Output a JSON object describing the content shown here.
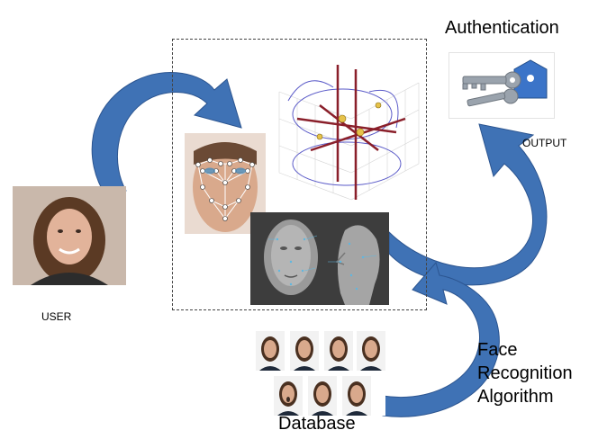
{
  "labels": {
    "authentication": "Authentication",
    "output": "OUTPUT",
    "user": "USER",
    "algorithm_line1": "Face",
    "algorithm_line2": "Recognition",
    "algorithm_line3": "Algorithm",
    "database": "Database"
  },
  "colors": {
    "arrow_fill": "#3f72b5",
    "arrow_stroke": "#2c5590",
    "dashed_border": "#444444",
    "key_blue": "#3b74c8",
    "key_gray": "#9aa3ad",
    "face_skin": "#d9a98c",
    "hair": "#5b3a24",
    "grid_line": "#8a1f2a",
    "contour": "#5a5ac8"
  },
  "icons": {
    "user_photo": "woman-portrait-photo",
    "landmark_face": "face-landmark-mesh-image",
    "graph3d": "3d-plot-image",
    "face3d": "3d-head-model-image",
    "keys": "keys-house-icon",
    "database_faces": "face-database-grid"
  }
}
